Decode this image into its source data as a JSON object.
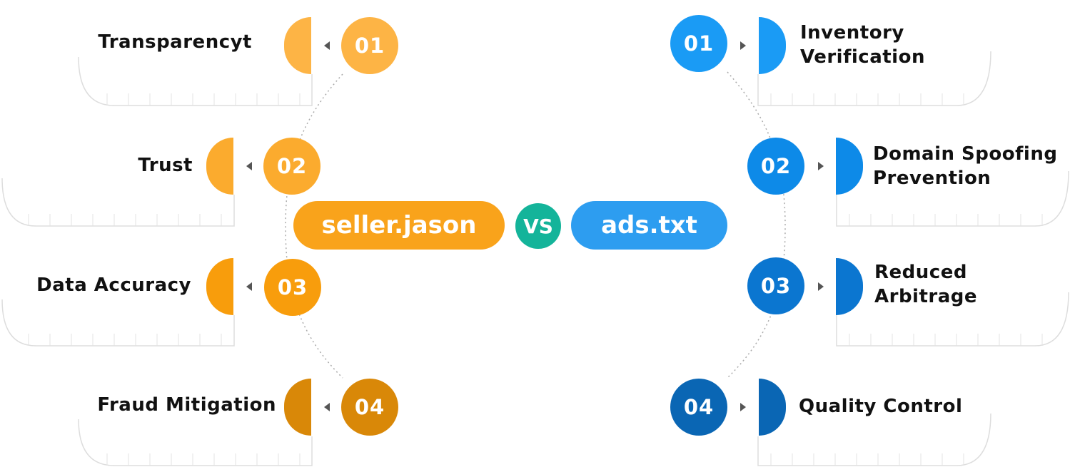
{
  "center": {
    "left_title": "seller.jason",
    "vs": "VS",
    "right_title": "ads.txt"
  },
  "left_items": [
    {
      "number": "01",
      "label": "Transparencyt"
    },
    {
      "number": "02",
      "label": "Trust"
    },
    {
      "number": "03",
      "label": "Data Accuracy"
    },
    {
      "number": "04",
      "label": "Fraud Mitigation"
    }
  ],
  "right_items": [
    {
      "number": "01",
      "label_line1": "Inventory",
      "label_line2": "Verification"
    },
    {
      "number": "02",
      "label_line1": "Domain Spoofing",
      "label_line2": "Prevention"
    },
    {
      "number": "03",
      "label_line1": "Reduced",
      "label_line2": "Arbitrage"
    },
    {
      "number": "04",
      "label_line1": "Quality Control",
      "label_line2": ""
    }
  ],
  "colors": {
    "left_item_1": "#FDB445",
    "left_item_2": "#FBAB2E",
    "left_item_3": "#F89D0C",
    "left_item_4": "#D98808",
    "right_item_1": "#1A9BF5",
    "right_item_2": "#0D8AE8",
    "right_item_3": "#0B76D0",
    "right_item_4": "#0A66B4",
    "seller_pill": "#F9A31B",
    "ads_pill": "#2D9DF0",
    "vs_circle": "#14B49A",
    "outline": "#dddddd"
  },
  "icons": {
    "left_pointer": "caret-left-icon",
    "right_pointer": "caret-right-icon"
  }
}
